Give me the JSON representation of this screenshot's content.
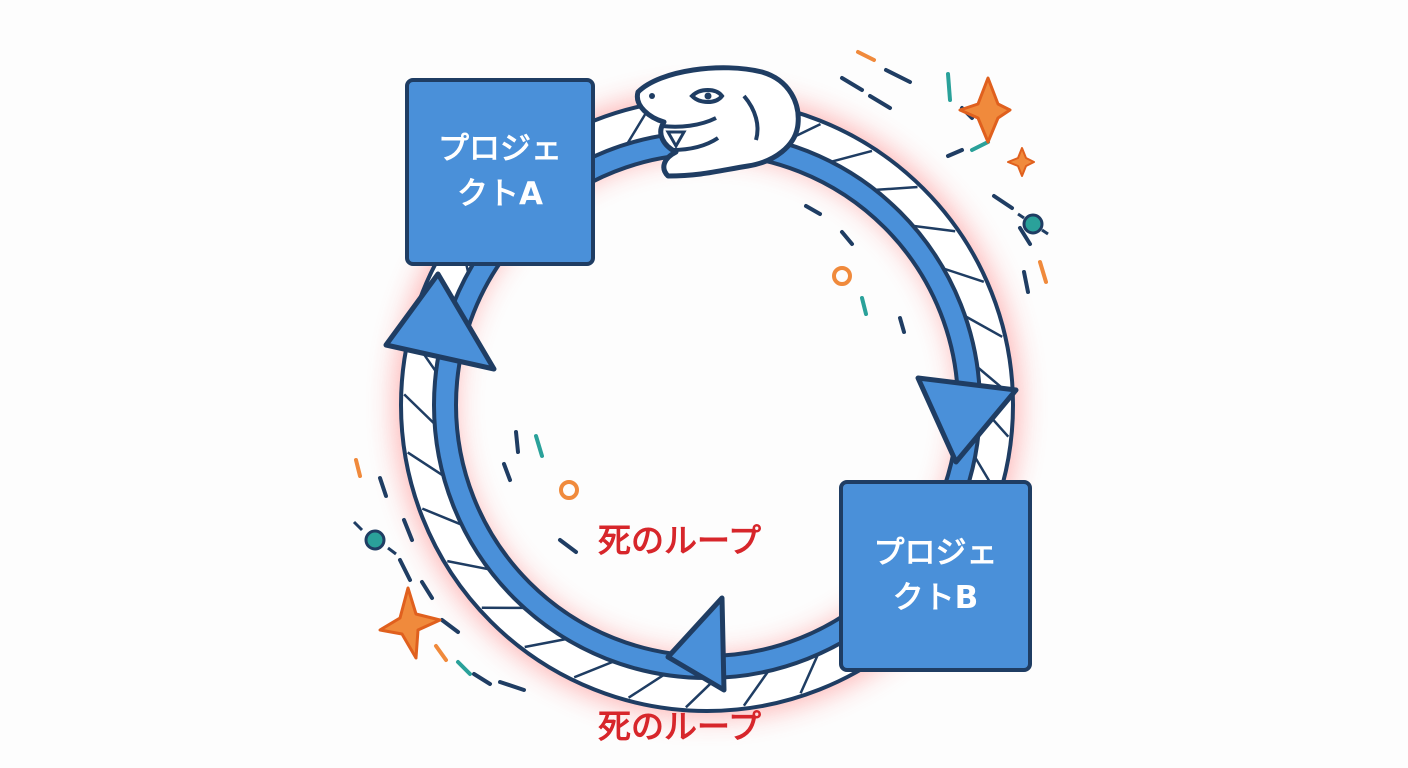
{
  "boxes": {
    "a": {
      "line1": "プロジェ",
      "line2": "クトA"
    },
    "b": {
      "line1": "プロジェ",
      "line2": "クトB"
    }
  },
  "labels": {
    "inner": "死のループ",
    "bottom": "死のループ"
  },
  "colors": {
    "box_fill": "#4a90d9",
    "outline": "#1f3d63",
    "arrow": "#4a90d9",
    "glow": "#ff5a5a",
    "label_red": "#d7262b",
    "spark_orange": "#f08a3c",
    "teal": "#2aa19a"
  },
  "icons": [
    "snake-head-icon",
    "sparkle-icon",
    "arrow-icon"
  ]
}
